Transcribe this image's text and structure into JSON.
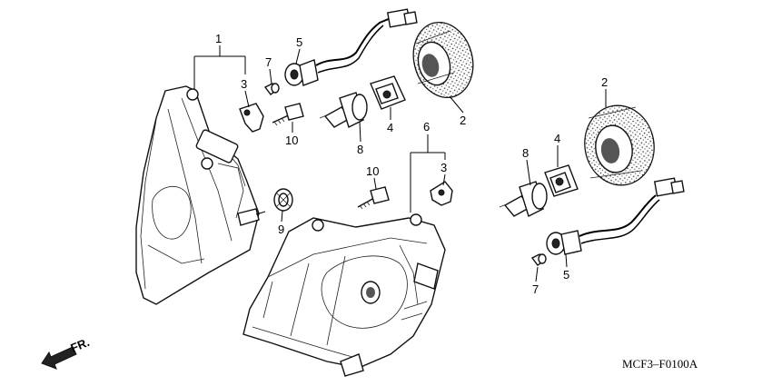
{
  "callouts": {
    "n1": "1",
    "n2_top": "2",
    "n2_right": "2",
    "n3_left": "3",
    "n3_mid": "3",
    "n4_top": "4",
    "n4_right": "4",
    "n5_top": "5",
    "n5_right": "5",
    "n6": "6",
    "n7_top": "7",
    "n7_right": "7",
    "n8_top": "8",
    "n8_right": "8",
    "n9": "9",
    "n10_top": "10",
    "n10_mid": "10"
  },
  "direction_label": "FR.",
  "diagram_code": "MCF3–F0100A"
}
